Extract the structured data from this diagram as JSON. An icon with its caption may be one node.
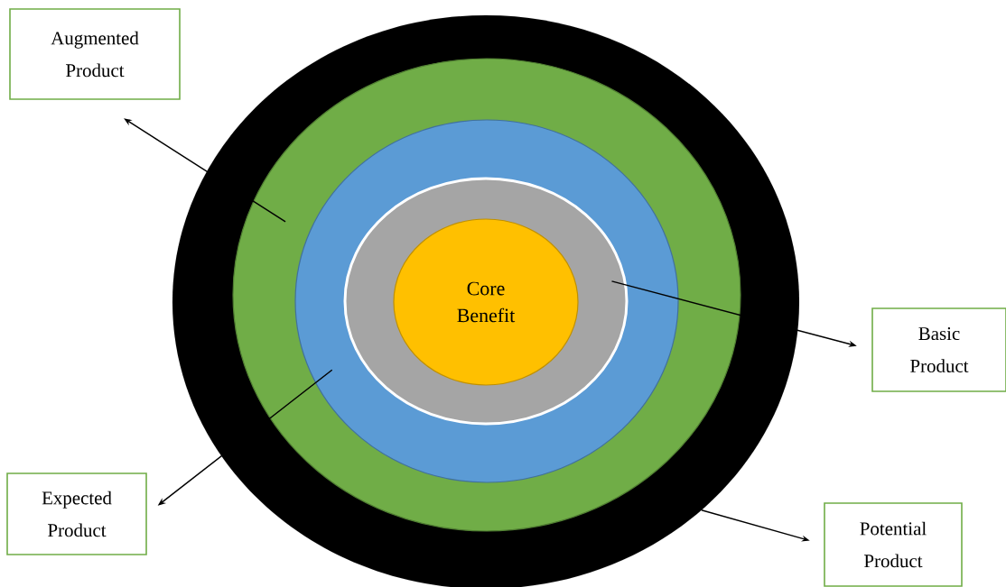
{
  "diagram": {
    "nodes": [
      {
        "text": [
          "Augmented Product"
        ]
      },
      {
        "text": [],
        "shape": "circle"
      },
      {
        "text": [],
        "shape": "circle",
        "in": 1
      },
      {
        "text": [],
        "shape": "circle",
        "in": 2
      },
      {
        "text": [],
        "shape": "circle",
        "in": 3
      },
      {
        "text": [
          "Core Benefit"
        ],
        "in": 4
      },
      {
        "text": [
          "Basic Product"
        ]
      },
      {
        "text": [
          "Expected Product"
        ]
      },
      {
        "text": [
          "Potential Product"
        ]
      }
    ],
    "edges": [
      {
        "from": 2,
        "to": 0,
        "arrow": "to"
      },
      {
        "from": 4,
        "to": 6,
        "arrow": "to"
      },
      {
        "from": 3,
        "to": 7,
        "arrow": "to"
      },
      {
        "from": 1,
        "to": 8,
        "arrow": "to"
      }
    ]
  }
}
